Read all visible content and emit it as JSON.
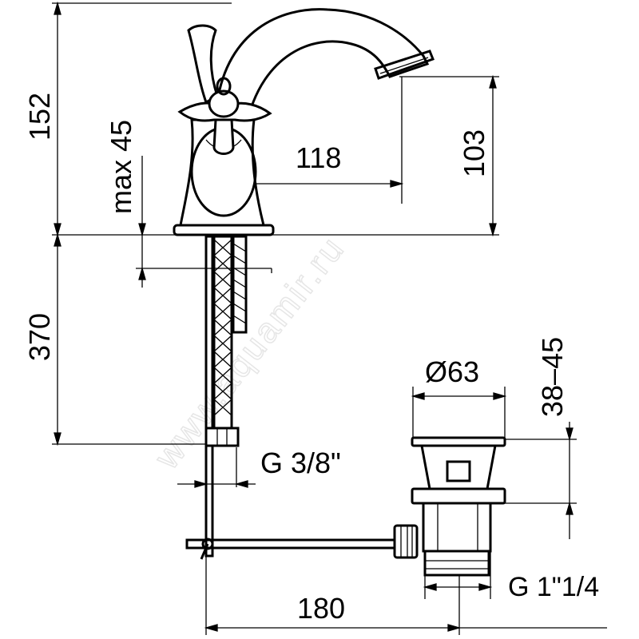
{
  "dimensions": {
    "total_height": "152",
    "max_thickness": "max 45",
    "spout_reach": "118",
    "spout_height": "103",
    "hose_length": "370",
    "drain_diameter": "Ø63",
    "drain_range": "38–45",
    "hose_thread": "G 3/8\"",
    "drain_thread": "G 1\"1/4",
    "rod_length": "180"
  },
  "watermark": "www.aquamir.ru"
}
